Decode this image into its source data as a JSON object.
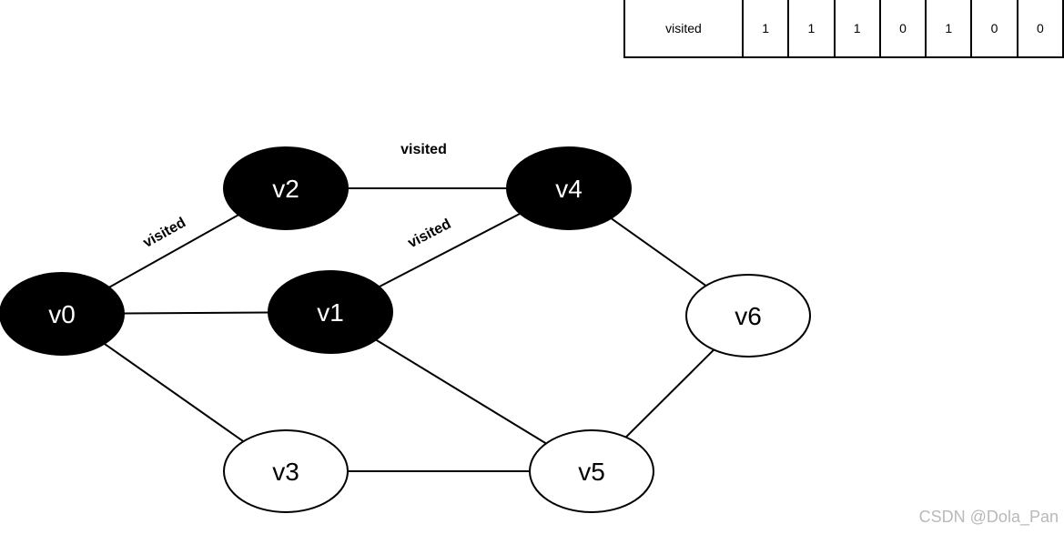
{
  "visited_table": {
    "label": "visited",
    "values": [
      "1",
      "1",
      "1",
      "0",
      "1",
      "0",
      "0"
    ]
  },
  "graph": {
    "nodes": [
      {
        "id": "v0",
        "label": "v0",
        "visited": true
      },
      {
        "id": "v1",
        "label": "v1",
        "visited": true
      },
      {
        "id": "v2",
        "label": "v2",
        "visited": true
      },
      {
        "id": "v3",
        "label": "v3",
        "visited": false
      },
      {
        "id": "v4",
        "label": "v4",
        "visited": true
      },
      {
        "id": "v5",
        "label": "v5",
        "visited": false
      },
      {
        "id": "v6",
        "label": "v6",
        "visited": false
      }
    ],
    "edges": [
      {
        "from": "v0",
        "to": "v2",
        "label": "visited"
      },
      {
        "from": "v0",
        "to": "v1",
        "label": ""
      },
      {
        "from": "v0",
        "to": "v3",
        "label": ""
      },
      {
        "from": "v2",
        "to": "v4",
        "label": "visited"
      },
      {
        "from": "v1",
        "to": "v4",
        "label": "visited"
      },
      {
        "from": "v1",
        "to": "v5",
        "label": ""
      },
      {
        "from": "v3",
        "to": "v5",
        "label": ""
      },
      {
        "from": "v4",
        "to": "v6",
        "label": ""
      },
      {
        "from": "v6",
        "to": "v5",
        "label": ""
      }
    ],
    "colors": {
      "visited_fill": "#000000",
      "visited_text": "#ffffff",
      "unvisited_fill": "#ffffff",
      "unvisited_text": "#000000",
      "stroke": "#000000"
    }
  },
  "watermark": "CSDN @Dola_Pan"
}
